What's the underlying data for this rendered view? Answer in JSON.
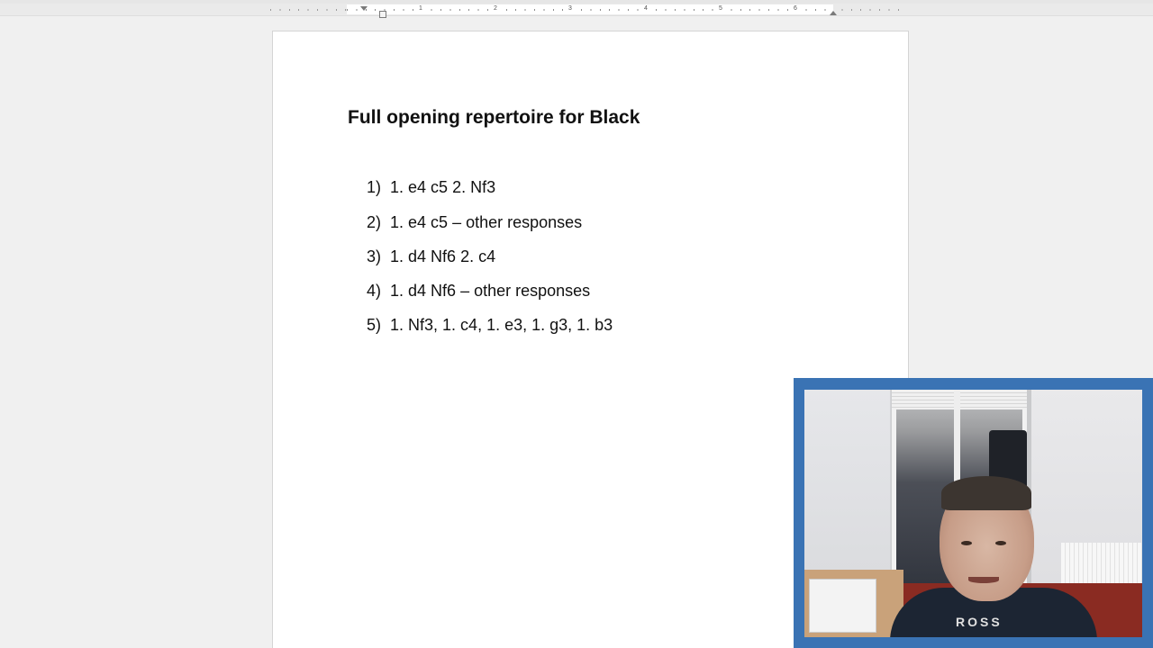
{
  "ruler": {
    "numbers": [
      "1",
      "2",
      "3",
      "4",
      "5",
      "6"
    ]
  },
  "document": {
    "title": "Full opening repertoire for Black",
    "items": [
      {
        "num": "1)",
        "text": "1. e4 c5 2. Nf3"
      },
      {
        "num": "2)",
        "text": "1. e4 c5 – other responses"
      },
      {
        "num": "3)",
        "text": "1. d4 Nf6 2. c4"
      },
      {
        "num": "4)",
        "text": "1. d4 Nf6 – other responses"
      },
      {
        "num": "5)",
        "text": "1. Nf3, 1. c4, 1. e3, 1. g3, 1. b3"
      }
    ]
  },
  "webcam": {
    "shirt_text": "ROSS",
    "frame_color": "#3a73b4"
  },
  "colors": {
    "workspace": "#f0f0f0",
    "page": "#ffffff",
    "text": "#111111"
  }
}
